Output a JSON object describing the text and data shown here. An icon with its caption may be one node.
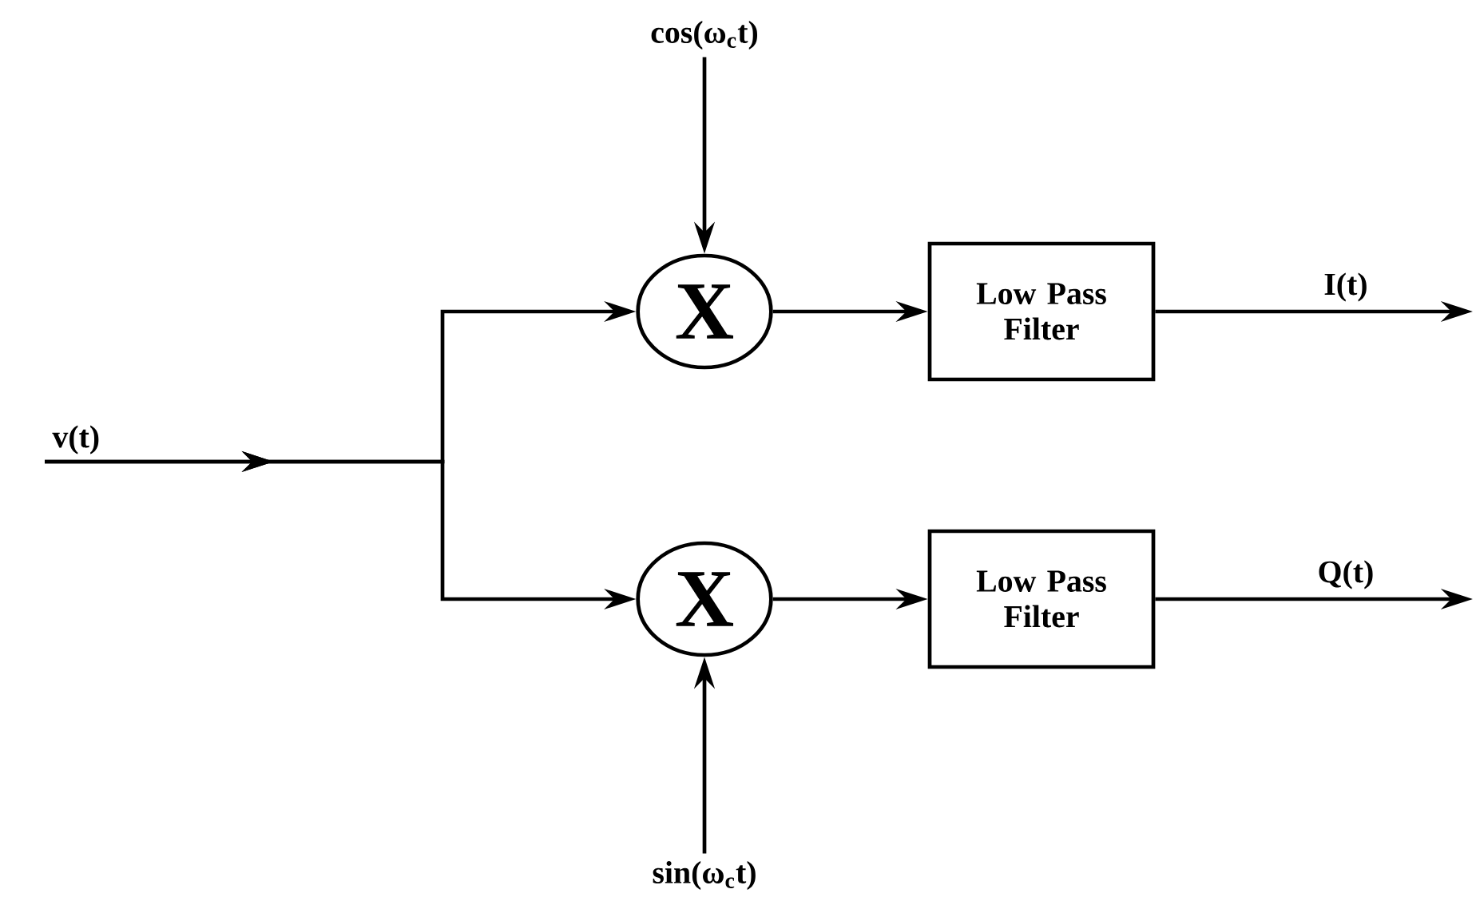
{
  "diagram": {
    "nodes": [
      {
        "text": [
          "v(t)"
        ]
      },
      {
        "text": [
          "cos(ω$_{c}$t)"
        ]
      },
      {
        "text": [
          "sin(ω$_{c}$t)"
        ]
      },
      {
        "text": [
          "X"
        ]
      },
      {
        "text": [
          "Low Pass Filter"
        ]
      },
      {
        "text": [
          "X"
        ]
      },
      {
        "text": [
          "Low Pass Filter"
        ]
      }
    ],
    "edges": [
      {
        "from": 0,
        "to": 3,
        "arrow": "to"
      },
      {
        "from": 0,
        "to": 5,
        "arrow": "to"
      },
      {
        "from": 1,
        "to": 3,
        "arrow": "to"
      },
      {
        "from": 2,
        "to": 5,
        "arrow": "to"
      },
      {
        "from": 3,
        "to": 4,
        "arrow": "to"
      },
      {
        "from": 5,
        "to": 6,
        "arrow": "to"
      },
      {
        "from": 4,
        "to": null,
        "arrow": "to",
        "label": "I(t)"
      },
      {
        "from": 6,
        "to": null,
        "arrow": "to",
        "label": "Q(t)"
      }
    ]
  }
}
